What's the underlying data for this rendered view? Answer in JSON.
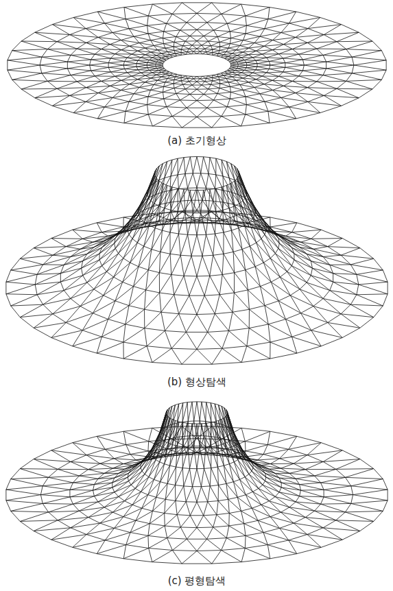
{
  "diagram": {
    "labels": [
      "(a) 초기형상",
      "(b) 형상탐색",
      "(c) 평형탐색"
    ]
  }
}
